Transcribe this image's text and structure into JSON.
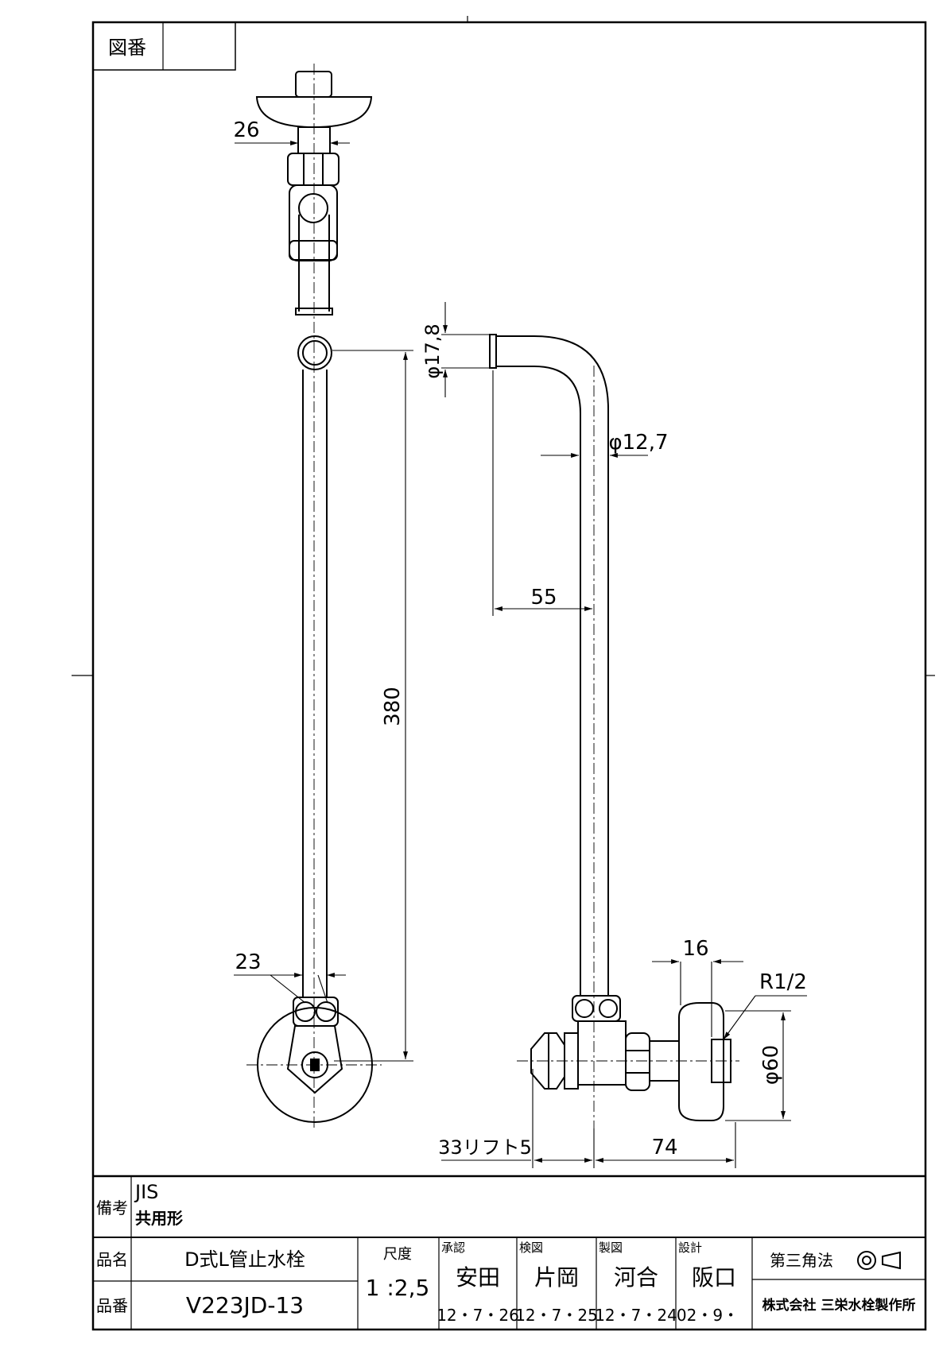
{
  "header": {
    "drawing_number_label": "図番",
    "drawing_number_value": ""
  },
  "dimensions": {
    "top_width": "26",
    "lower_width": "23",
    "length": "380",
    "outlet_diameter": "φ17,8",
    "pipe_diameter": "φ12,7",
    "offset": "55",
    "fitting_width": "16",
    "thread": "R1/2",
    "flange_diameter": "φ60",
    "lift": "33リフト5",
    "depth": "74"
  },
  "remarks": {
    "label": "備考",
    "line1": "JIS",
    "line2": "共用形"
  },
  "title_block": {
    "product_name_label": "品名",
    "product_name": "D式L管止水栓",
    "product_number_label": "品番",
    "product_number": "V223JD-13",
    "scale_label": "尺度",
    "scale_value": "1 :2,5",
    "approval_label": "承認",
    "approval_name": "安田",
    "approval_date": "12・7・26",
    "check_label": "検図",
    "check_name": "片岡",
    "check_date": "12・7・25",
    "drawn_label": "製図",
    "drawn_name": "河合",
    "drawn_date": "12・7・24",
    "design_label": "設計",
    "design_name": "阪口",
    "design_date": "02・9・",
    "projection_label": "第三角法",
    "company": "株式会社 三栄水栓製作所"
  }
}
